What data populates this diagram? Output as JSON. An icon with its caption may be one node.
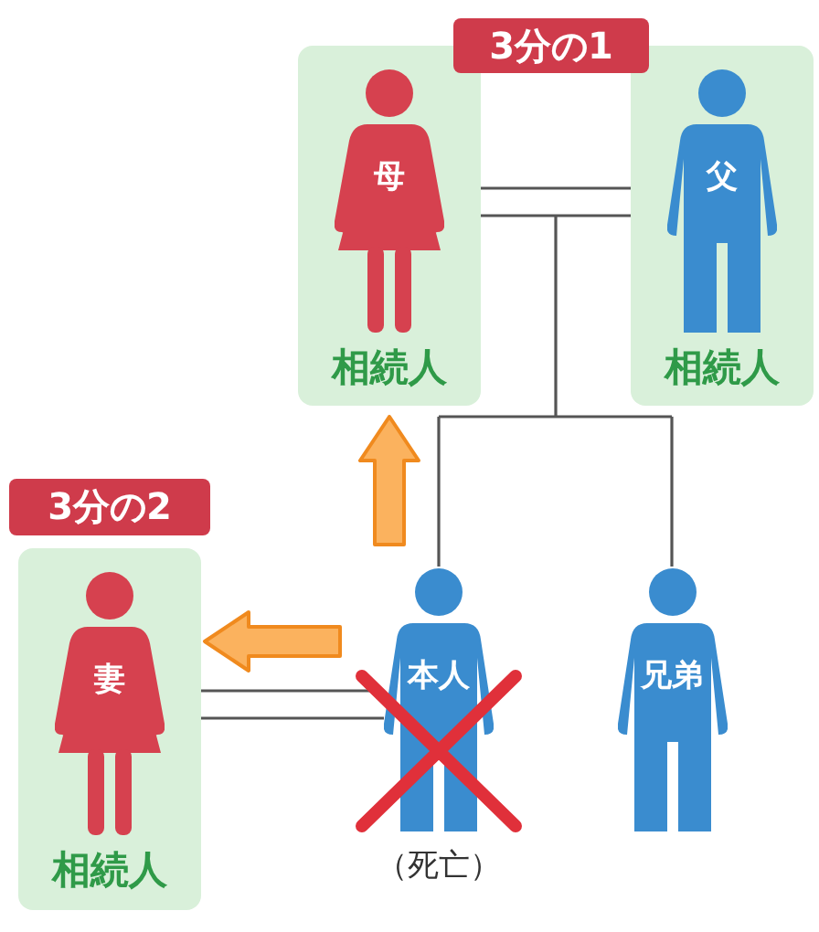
{
  "diagram": {
    "nodes": [
      {
        "text": [
          "3分の1"
        ]
      },
      {
        "text": [
          "母",
          "相続人"
        ]
      },
      {
        "text": [
          "父",
          "相続人"
        ]
      },
      {
        "text": [
          "3分の2"
        ]
      },
      {
        "text": [
          "妻",
          "相続人"
        ]
      },
      {
        "text": [
          "本人"
        ],
        "beside": [
          "（死亡）"
        ]
      },
      {
        "text": [
          "兄弟"
        ]
      }
    ],
    "edges": [
      {
        "from": 1,
        "to": 2,
        "arrow": "none"
      },
      {
        "from": 1,
        "to": 5,
        "arrow": "none"
      },
      {
        "from": 1,
        "to": 6,
        "arrow": "none"
      },
      {
        "from": 2,
        "to": 5,
        "arrow": "none"
      },
      {
        "from": 2,
        "to": 6,
        "arrow": "none"
      },
      {
        "from": 4,
        "to": 5,
        "arrow": "none"
      },
      {
        "from": 5,
        "to": 1,
        "arrow": "to",
        "style": "thick",
        "color": "#fbb25e"
      },
      {
        "from": 5,
        "to": 4,
        "arrow": "to",
        "style": "thick",
        "color": "#fbb25e"
      }
    ]
  }
}
